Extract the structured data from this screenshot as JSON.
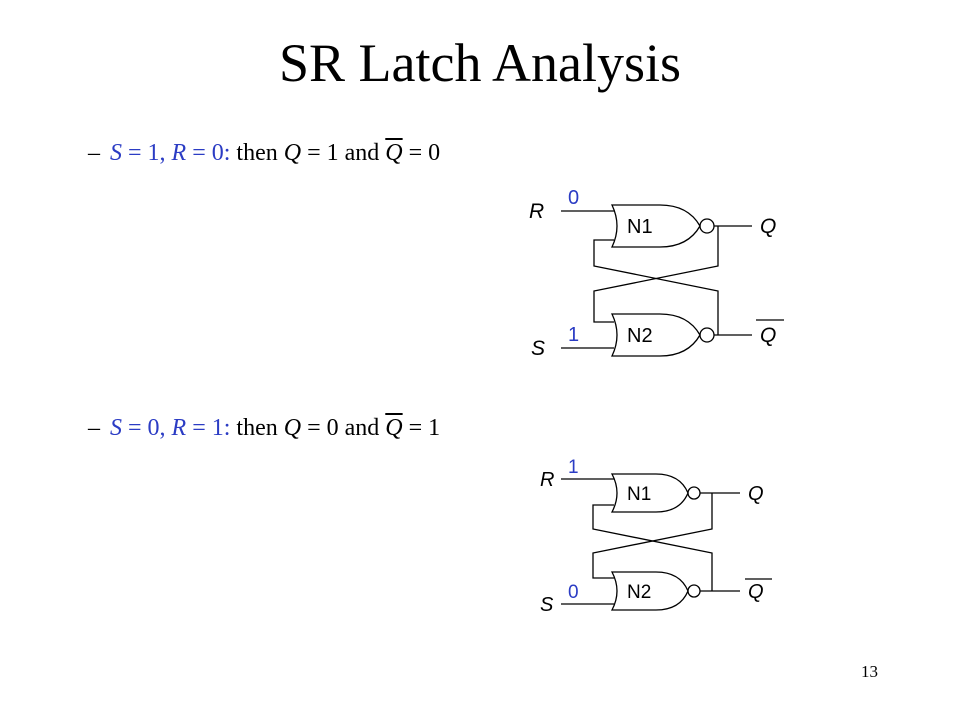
{
  "slide": {
    "title": "SR Latch Analysis",
    "page_number": "13"
  },
  "colors": {
    "input_value": "#2b3cc4",
    "text": "#000000"
  },
  "cases": [
    {
      "dash": "–",
      "s_label": "S",
      "s_eq": " = 1, ",
      "r_label": "R",
      "r_eq": " = 0: ",
      "then": "then ",
      "q_label": "Q",
      "q_eq": " = 1 and ",
      "qbar_label": "Q",
      "qbar_eq": " = 0",
      "diagram": {
        "r_label": "R",
        "s_label": "S",
        "r_value": "0",
        "s_value": "1",
        "gate1": "N1",
        "gate2": "N2",
        "out_q": "Q",
        "out_qbar": "Q"
      }
    },
    {
      "dash": "–",
      "s_label": "S",
      "s_eq": " = 0, ",
      "r_label": "R",
      "r_eq": " = 1: ",
      "then": "then ",
      "q_label": "Q",
      "q_eq": " = 0 and ",
      "qbar_label": "Q",
      "qbar_eq": " = 1",
      "diagram": {
        "r_label": "R",
        "s_label": "S",
        "r_value": "1",
        "s_value": "0",
        "gate1": "N1",
        "gate2": "N2",
        "out_q": "Q",
        "out_qbar": "Q"
      }
    }
  ]
}
